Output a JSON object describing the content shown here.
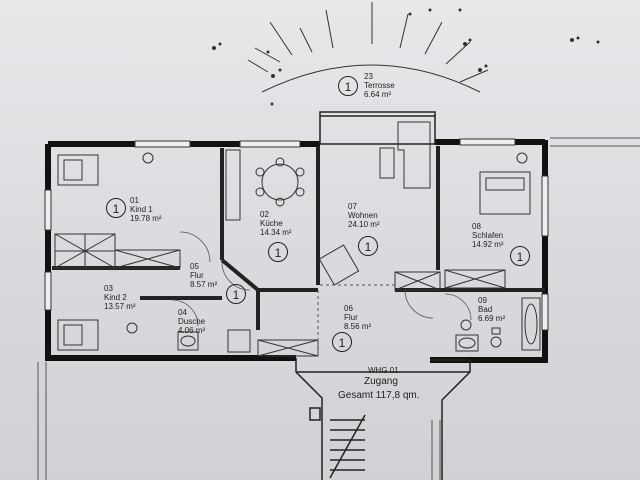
{
  "plan": {
    "unit_label": "WHG 01",
    "entrance_label": "Zugang",
    "total_label": "Gesamt 117,8 qm.",
    "axis_marker": "1",
    "rooms": [
      {
        "id": "terrace",
        "num": "23",
        "name": "Terrosse",
        "area": "6.64 m²"
      },
      {
        "id": "kind1",
        "num": "01",
        "name": "Kind 1",
        "area": "19.78 m²"
      },
      {
        "id": "kueche",
        "num": "02",
        "name": "Küche",
        "area": "14.34 m²"
      },
      {
        "id": "wohnen",
        "num": "07",
        "name": "Wohnen",
        "area": "24.10 m²"
      },
      {
        "id": "schlafen",
        "num": "08",
        "name": "Schlafen",
        "area": "14.92 m²"
      },
      {
        "id": "flur05",
        "num": "05",
        "name": "Flur",
        "area": "8.57 m²"
      },
      {
        "id": "kind2",
        "num": "03",
        "name": "Kind 2",
        "area": "13.57 m²"
      },
      {
        "id": "dusche",
        "num": "04",
        "name": "Dusche",
        "area": "4.06 m²"
      },
      {
        "id": "flur06",
        "num": "06",
        "name": "Flur",
        "area": "8.56 m²"
      },
      {
        "id": "bad",
        "num": "09",
        "name": "Bad",
        "area": "6.69 m²"
      }
    ]
  }
}
